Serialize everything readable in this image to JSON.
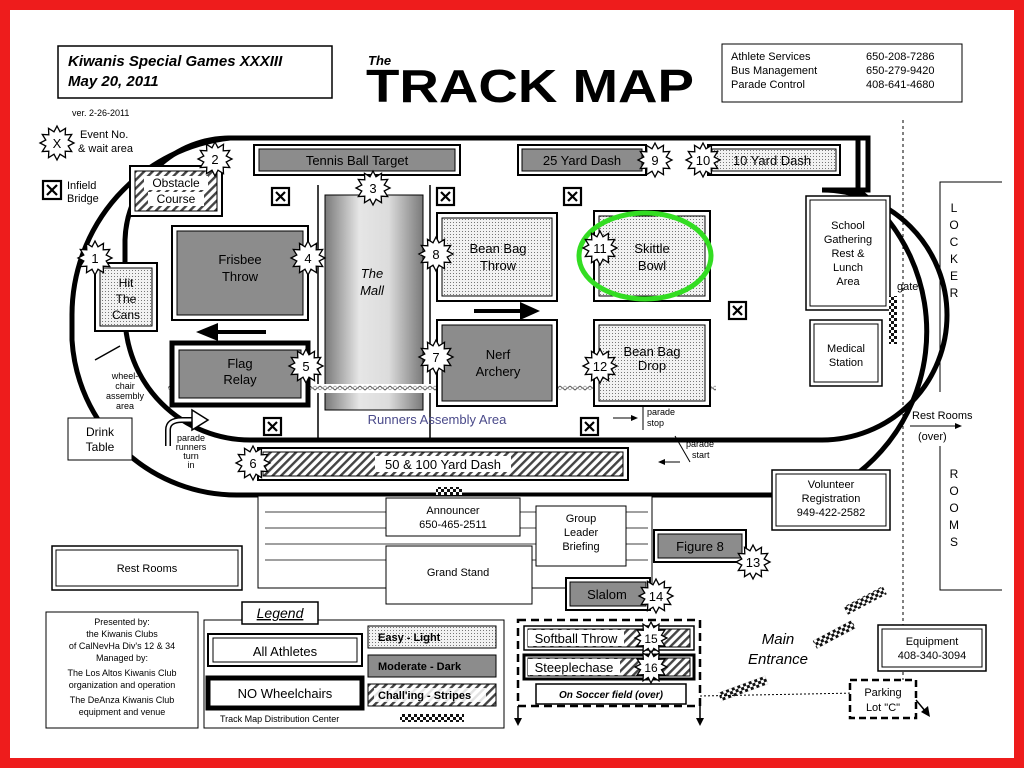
{
  "header": {
    "event_name": "Kiwanis Special Games XXXIII",
    "event_date": "May 20, 2011",
    "version": "ver. 2-26-2011",
    "title_small": "The",
    "title_big": "TRACK MAP"
  },
  "contacts": [
    {
      "label": "Athlete Services",
      "phone": "650-208-7286"
    },
    {
      "label": "Bus Management",
      "phone": "650-279-9420"
    },
    {
      "label": "Parade Control",
      "phone": "408-641-4680"
    }
  ],
  "key": {
    "event_symbol": "X",
    "event_symbol_text": [
      "Event No.",
      "& wait area"
    ],
    "bridge_text": [
      "Infield",
      "Bridge"
    ]
  },
  "events": {
    "e1": {
      "no": "1",
      "name": [
        "Hit",
        "The",
        "Cans"
      ]
    },
    "e2": {
      "no": "2",
      "name": [
        "Obstacle",
        "Course"
      ]
    },
    "e3": {
      "no": "3",
      "name": [
        "Tennis Ball Target"
      ]
    },
    "e4": {
      "no": "4",
      "name": [
        "Frisbee",
        "Throw"
      ]
    },
    "e5": {
      "no": "5",
      "name": [
        "Flag",
        "Relay"
      ]
    },
    "e6": {
      "no": "6",
      "name": [
        "50 & 100 Yard Dash"
      ]
    },
    "e7": {
      "no": "7",
      "name": [
        "Nerf",
        "Archery"
      ]
    },
    "e8": {
      "no": "8",
      "name": [
        "Bean Bag",
        "Throw"
      ]
    },
    "e9": {
      "no": "9",
      "name": [
        "25 Yard Dash"
      ]
    },
    "e10": {
      "no": "10",
      "name": [
        "10 Yard Dash"
      ]
    },
    "e11": {
      "no": "11",
      "name": [
        "Skittle",
        "Bowl"
      ]
    },
    "e12": {
      "no": "12",
      "name": [
        "Bean Bag",
        "Drop"
      ]
    },
    "e13": {
      "no": "13",
      "name": [
        "Figure 8"
      ]
    },
    "e14": {
      "no": "14",
      "name": [
        "Slalom"
      ]
    },
    "e15": {
      "no": "15",
      "name": [
        "Softball Throw"
      ]
    },
    "e16": {
      "no": "16",
      "name": [
        "Steeplechase"
      ]
    }
  },
  "places": {
    "mall": [
      "The",
      "Mall"
    ],
    "runners_assembly": "Runners Assembly Area",
    "wheelchair_area": [
      "wheel-",
      "chair",
      "assembly",
      "area"
    ],
    "drink_table": [
      "Drink",
      "Table"
    ],
    "parade_runners_turn": [
      "parade",
      "runners",
      "turn",
      "in"
    ],
    "parade_stop": [
      "parade",
      "stop"
    ],
    "parade_start": [
      "parade",
      "start"
    ],
    "school_gathering": [
      "School",
      "Gathering",
      "Rest &",
      "Lunch",
      "Area"
    ],
    "gate": "gate",
    "medical": [
      "Medical",
      "Station"
    ],
    "locker": [
      "L",
      "O",
      "C",
      "K",
      "E",
      "R"
    ],
    "rest_rooms_over": [
      "Rest Rooms",
      "(over)"
    ],
    "rooms": [
      "R",
      "O",
      "O",
      "M",
      "S"
    ],
    "volunteer": [
      "Volunteer",
      "Registration",
      "949-422-2582"
    ],
    "announcer": [
      "Announcer",
      "650-465-2511"
    ],
    "group_leader": [
      "Group",
      "Leader",
      "Briefing"
    ],
    "grand_stand": "Grand Stand",
    "rest_rooms": "Rest Rooms",
    "main_entrance": [
      "Main",
      "Entrance"
    ],
    "equipment": [
      "Equipment",
      "408-340-3094"
    ],
    "parking": [
      "Parking",
      "Lot \"C\""
    ],
    "soccer_field": "On Soccer field (over)"
  },
  "presented": [
    "Presented by:",
    "the Kiwanis Clubs",
    "of CalNevHa Div's 12 & 34",
    "Managed by:",
    "The Los Altos Kiwanis Club",
    "organization and operation",
    "The DeAnza Kiwanis Club",
    "equipment and venue"
  ],
  "legend": {
    "title": "Legend",
    "all_athletes": "All Athletes",
    "no_wheelchairs": "NO Wheelchairs",
    "easy": "Easy - Light",
    "moderate": "Moderate - Dark",
    "challenging": "Chall'ing - Stripes",
    "distribution": "Track Map Distribution Center"
  },
  "colors": {
    "frame": "#ee1c1c",
    "highlight": "#33dd22",
    "dark_fill": "#8c8c8c",
    "light_fill": "#dedede",
    "text_blue": "#4a4a8a"
  }
}
